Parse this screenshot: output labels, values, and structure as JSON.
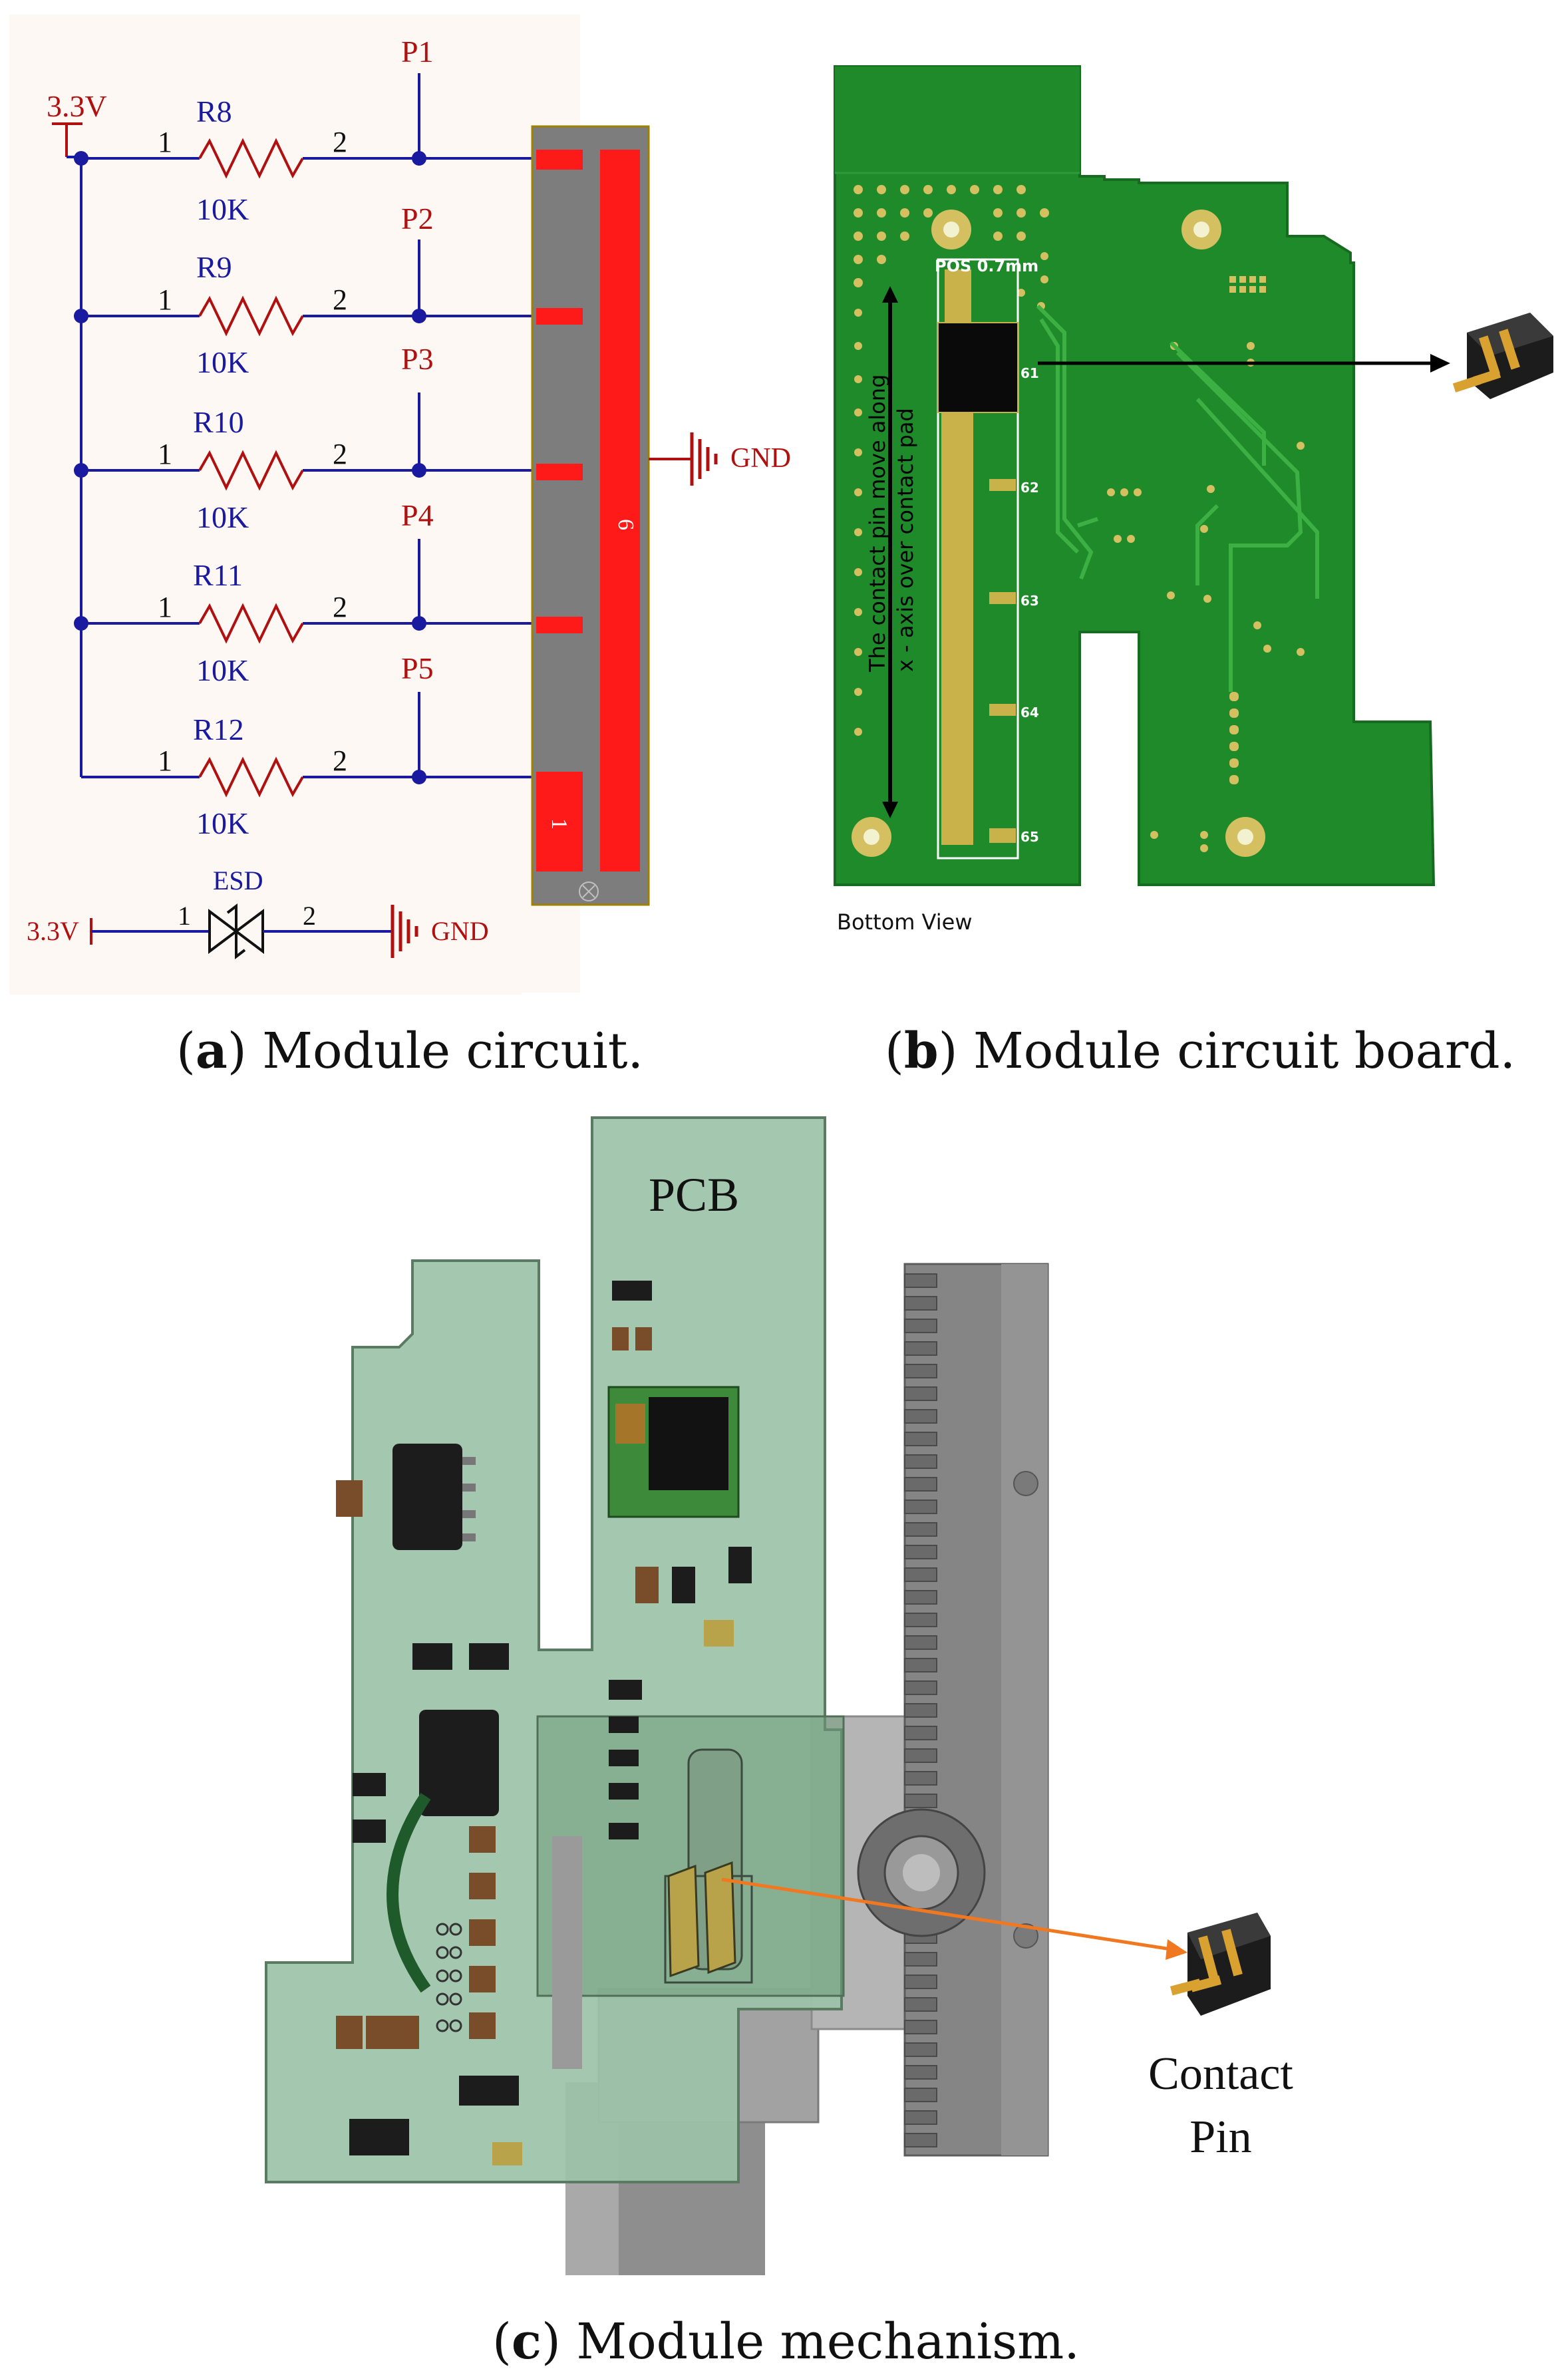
{
  "panel_a": {
    "caption_letter": "a",
    "caption_text": ") Module circuit.",
    "supply_label": "3.3V",
    "pins": [
      {
        "res": "R8",
        "val": "10K",
        "net": "P1"
      },
      {
        "res": "R9",
        "val": "10K",
        "net": "P2"
      },
      {
        "res": "R10",
        "val": "10K",
        "net": "P3"
      },
      {
        "res": "R11",
        "val": "10K",
        "net": "P4"
      },
      {
        "res": "R12",
        "val": "10K",
        "net": "P5"
      }
    ],
    "pin_num_1": "1",
    "pin_num_2": "2",
    "connector_pin_6": "6",
    "connector_pin_1": "1",
    "gnd_label": "GND",
    "esd_label": "ESD",
    "esd_supply": "3.3V",
    "esd_gnd": "GND",
    "esd_pin1": "1",
    "esd_pin2": "2",
    "colors": {
      "wire": "#1a1aa0",
      "part": "#b01010",
      "pad": "#ff1a1a",
      "body": "#7d7d7d"
    }
  },
  "panel_b": {
    "caption_letter": "b",
    "caption_text": ") Module circuit board.",
    "pos_label": "POS 0.7mm",
    "axis_note_1": "The contact pin move along",
    "axis_note_2": "x - axis over contact pad",
    "pad_labels": [
      "61",
      "62",
      "63",
      "64",
      "65"
    ],
    "view_label": "Bottom View",
    "colors": {
      "board": "#1f8a2a",
      "gold": "#c9b24a"
    }
  },
  "panel_c": {
    "caption_letter": "c",
    "caption_text": ") Module mechanism.",
    "pcb_label": "PCB",
    "contact_label_1": "Contact",
    "contact_label_2": "Pin",
    "colors": {
      "pcb": "#9cc3a8",
      "rack": "#8a8a8a",
      "arrow": "#f07820"
    }
  }
}
